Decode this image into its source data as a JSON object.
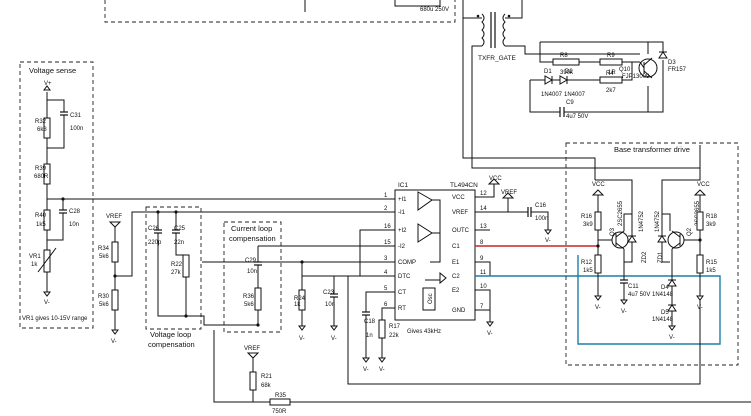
{
  "blocks": {
    "voltage_sense": "Voltage sense",
    "voltage_loop": [
      "Voltage loop",
      "compensation"
    ],
    "current_loop": [
      "Current loop",
      "compensation"
    ],
    "base_drive": "Base transformer drive"
  },
  "notes": {
    "vr1": "VR1 gives 10-15V range",
    "osc": "Gives 43kHz",
    "cap_top": "680u 250V"
  },
  "ic": {
    "name": "IC1",
    "part": "TL494CN",
    "pins_left": [
      {
        "num": "1",
        "label": "+I1"
      },
      {
        "num": "2",
        "label": "-I1"
      },
      {
        "num": "16",
        "label": "+I2"
      },
      {
        "num": "15",
        "label": "-I2"
      },
      {
        "num": "3",
        "label": "COMP"
      },
      {
        "num": "4",
        "label": "DTC"
      },
      {
        "num": "5",
        "label": "CT"
      },
      {
        "num": "6",
        "label": "RT"
      }
    ],
    "pins_right": [
      {
        "num": "12",
        "label": "VCC"
      },
      {
        "num": "14",
        "label": "VREF"
      },
      {
        "num": "13",
        "label": "OUTC"
      },
      {
        "num": "8",
        "label": "C1"
      },
      {
        "num": "9",
        "label": "E1"
      },
      {
        "num": "11",
        "label": "C2"
      },
      {
        "num": "10",
        "label": "E2"
      },
      {
        "num": "7",
        "label": "GND"
      }
    ],
    "osc_label": "Osc"
  },
  "rails": {
    "vplus": "V+",
    "vminus": "V-",
    "vref": "VREF",
    "vcc": "VCC"
  },
  "components": {
    "R32": [
      "R32",
      "6k8"
    ],
    "C31": [
      "C31",
      "100n"
    ],
    "R39": [
      "R39",
      "680R"
    ],
    "R40": [
      "R40",
      "1k5"
    ],
    "C28": [
      "C28",
      "10n"
    ],
    "VR1": [
      "VR1",
      "1k"
    ],
    "R34": [
      "R34",
      "5k6"
    ],
    "R30": [
      "R30",
      "5k6"
    ],
    "C26": [
      "C26",
      "220p"
    ],
    "C25": [
      "C25",
      "22n"
    ],
    "R22": [
      "R22",
      "27k"
    ],
    "C29": [
      "C29",
      "10n"
    ],
    "R36": [
      "R36",
      "5k6"
    ],
    "R24": [
      "R24",
      "1k"
    ],
    "C23": [
      "C23",
      "10n"
    ],
    "C16": [
      "C16",
      "100n"
    ],
    "C18": [
      "C18",
      "1n"
    ],
    "R17": [
      "R17",
      "22k"
    ],
    "R21": [
      "R21",
      "68k"
    ],
    "R35": [
      "R35",
      "750R"
    ],
    "R8": [
      "R8",
      "390k"
    ],
    "R9": [
      "R9",
      "1R"
    ],
    "R4": [
      "R4",
      "2k7"
    ],
    "D1": [
      "D1",
      "1N4007"
    ],
    "D2": [
      "D2",
      "1N4007"
    ],
    "C9": [
      "C9",
      "4u7 50V"
    ],
    "Q10": [
      "Q10",
      "FJP13009"
    ],
    "D3": [
      "D3",
      "FR157"
    ],
    "TXFR": [
      "TXFR_GATE"
    ],
    "R16": [
      "R16",
      "3k9"
    ],
    "R12": [
      "R12",
      "1k5"
    ],
    "Q3": [
      "Q3",
      "2SC2655"
    ],
    "ZD2": [
      "ZD2",
      "1N4752"
    ],
    "ZD1": [
      "ZD1",
      "1N4752"
    ],
    "Q2": [
      "Q2",
      "2SC2655"
    ],
    "R18": [
      "R18",
      "3k9"
    ],
    "R15": [
      "R15",
      "1k5"
    ],
    "C11": [
      "C11",
      "4u7 50V"
    ],
    "D4": [
      "D4",
      "1N4148"
    ],
    "D5": [
      "D5",
      "1N4148"
    ]
  },
  "colors": {
    "wire": "#111111",
    "red_wire": "#c62828",
    "blue_wire": "#1e7fa8"
  }
}
